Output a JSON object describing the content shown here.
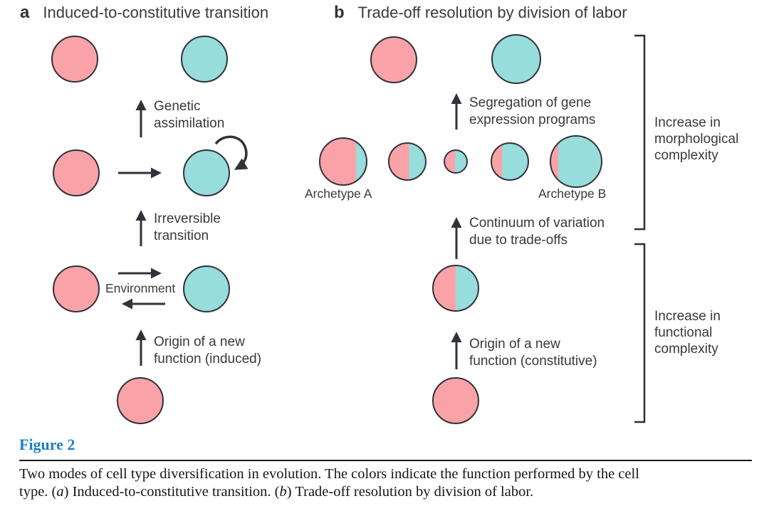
{
  "colors": {
    "pink": "#f9a3a8",
    "cyan": "#97dddc",
    "ink": "#32323a",
    "text": "#38383f",
    "figure_label_blue": "#1b7fc9",
    "caption_text": "#161616"
  },
  "panel_a": {
    "label": "a",
    "title": "Induced-to-constitutive transition",
    "arrow_labels": {
      "genetic": "Genetic\nassimilation",
      "irreversible": "Irreversible\ntransition",
      "origin": "Origin of a new\nfunction (induced)"
    },
    "environment_label": "Environment"
  },
  "panel_b": {
    "label": "b",
    "title": "Trade-off resolution by division of labor",
    "arrow_labels": {
      "segregation": "Segregation of gene\nexpression programs",
      "continuum": "Continuum of variation\ndue to trade-offs",
      "origin": "Origin of a new\nfunction (constitutive)"
    },
    "archetype_a_label": "Archetype A",
    "archetype_b_label": "Archetype B",
    "archetype_circles": [
      {
        "diameter": 68,
        "pink_pct": 78
      },
      {
        "diameter": 54,
        "pink_pct": 55
      },
      {
        "diameter": 34,
        "pink_pct": 47
      },
      {
        "diameter": 54,
        "pink_pct": 28
      },
      {
        "diameter": 74,
        "pink_pct": 14
      }
    ],
    "split_circle": {
      "diameter": 66,
      "pink_pct": 50
    }
  },
  "brackets": {
    "morphological": "Increase in\nmorphological\ncomplexity",
    "functional": "Increase in\nfunctional\ncomplexity"
  },
  "caption": {
    "figure_label": "Figure 2",
    "line1": "Two modes of cell type diversification in evolution. The colors indicate the function performed by the cell",
    "line2_segments": [
      {
        "t": "type. ("
      },
      {
        "t": "a",
        "italic": true
      },
      {
        "t": ") Induced-to-constitutive transition. ("
      },
      {
        "t": "b",
        "italic": true
      },
      {
        "t": ") Trade-off resolution by division of labor."
      }
    ]
  }
}
